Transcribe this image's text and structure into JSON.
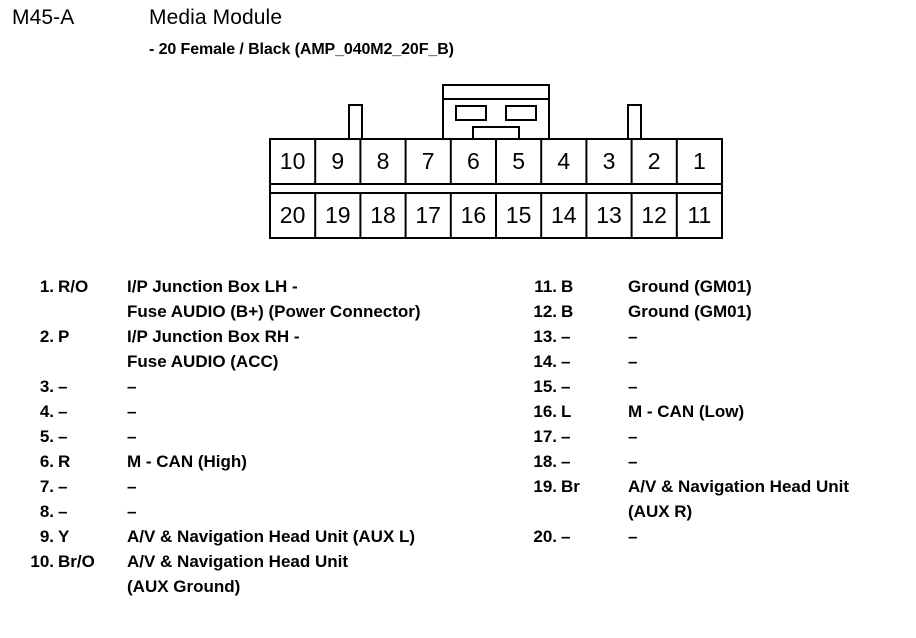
{
  "header": {
    "code": "M45-A",
    "title": "Media Module",
    "subtitle": "- 20 Female / Black (AMP_040M2_20F_B)"
  },
  "connector": {
    "top_row_labels": [
      "10",
      "9",
      "8",
      "7",
      "6",
      "5",
      "4",
      "3",
      "2",
      "1"
    ],
    "bottom_row_labels": [
      "20",
      "19",
      "18",
      "17",
      "16",
      "15",
      "14",
      "13",
      "12",
      "11"
    ],
    "outline_color": "#000000",
    "fill_color": "#ffffff"
  },
  "pins_left": [
    {
      "no": "1.",
      "color": "R/O",
      "desc": "I/P Junction Box LH -",
      "desc2": "Fuse AUDIO (B+) (Power Connector)"
    },
    {
      "no": "2.",
      "color": "P",
      "desc": "I/P Junction Box RH -",
      "desc2": "Fuse AUDIO (ACC)"
    },
    {
      "no": "3.",
      "color": "–",
      "desc": "–",
      "desc2": ""
    },
    {
      "no": "4.",
      "color": "–",
      "desc": "–",
      "desc2": ""
    },
    {
      "no": "5.",
      "color": "–",
      "desc": "–",
      "desc2": ""
    },
    {
      "no": "6.",
      "color": "R",
      "desc": "M - CAN (High)",
      "desc2": ""
    },
    {
      "no": "7.",
      "color": "–",
      "desc": "–",
      "desc2": ""
    },
    {
      "no": "8.",
      "color": "–",
      "desc": "–",
      "desc2": ""
    },
    {
      "no": "9.",
      "color": "Y",
      "desc": "A/V & Navigation Head Unit (AUX L)",
      "desc2": ""
    },
    {
      "no": "10.",
      "color": "Br/O",
      "desc": "A/V & Navigation Head Unit",
      "desc2": "(AUX Ground)"
    }
  ],
  "pins_right": [
    {
      "no": "11.",
      "color": "B",
      "desc": "Ground (GM01)",
      "desc2": ""
    },
    {
      "no": "12.",
      "color": "B",
      "desc": "Ground (GM01)",
      "desc2": ""
    },
    {
      "no": "13.",
      "color": "–",
      "desc": "–",
      "desc2": ""
    },
    {
      "no": "14.",
      "color": "–",
      "desc": "–",
      "desc2": ""
    },
    {
      "no": "15.",
      "color": "–",
      "desc": "–",
      "desc2": ""
    },
    {
      "no": "16.",
      "color": "L",
      "desc": "M - CAN (Low)",
      "desc2": ""
    },
    {
      "no": "17.",
      "color": "–",
      "desc": "–",
      "desc2": ""
    },
    {
      "no": "18.",
      "color": "–",
      "desc": "–",
      "desc2": ""
    },
    {
      "no": "19.",
      "color": "Br",
      "desc": "A/V & Navigation Head Unit",
      "desc2": "(AUX R)"
    },
    {
      "no": "20.",
      "color": "–",
      "desc": "–",
      "desc2": ""
    }
  ]
}
